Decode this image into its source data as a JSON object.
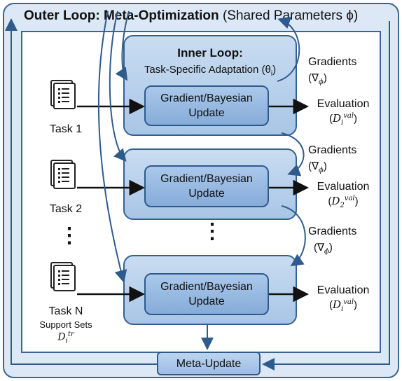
{
  "outer_loop": {
    "title_bold": "Outer Loop: Meta-Optimization",
    "title_rest": "(Shared Parameters ϕ)"
  },
  "inner_loop": {
    "title": "Inner Loop:",
    "subtitle": "Task-Specific Adaptation (θ",
    "subtitle_sub": "i",
    "subtitle_end": ")"
  },
  "update_label_1": "Gradient/Bayesian",
  "update_label_2": "Update",
  "tasks": [
    {
      "label": "Task 1"
    },
    {
      "label": "Task 2"
    },
    {
      "label": "Task N"
    }
  ],
  "support_sets": {
    "label": "Support Sets",
    "symbol": "D",
    "sub": "i",
    "sup": "tr"
  },
  "evaluations": [
    {
      "label": "Evaluation",
      "sub": "i"
    },
    {
      "label": "Evaluation",
      "sub": "2"
    },
    {
      "label": "Evaluation",
      "sub": "i"
    }
  ],
  "eval_symbol": "D",
  "eval_sup": "val",
  "gradients": {
    "label": "Gradients",
    "symbol": "(∇",
    "sub": "ϕ",
    "end": ")"
  },
  "meta_update": "Meta-Update",
  "ellipsis": "⋮",
  "colors": {
    "outer_fill": "#dce8f6",
    "outer_border": "#3b6592",
    "box_fill": "#b8d0ec",
    "arrow": "#2f5b8c"
  }
}
